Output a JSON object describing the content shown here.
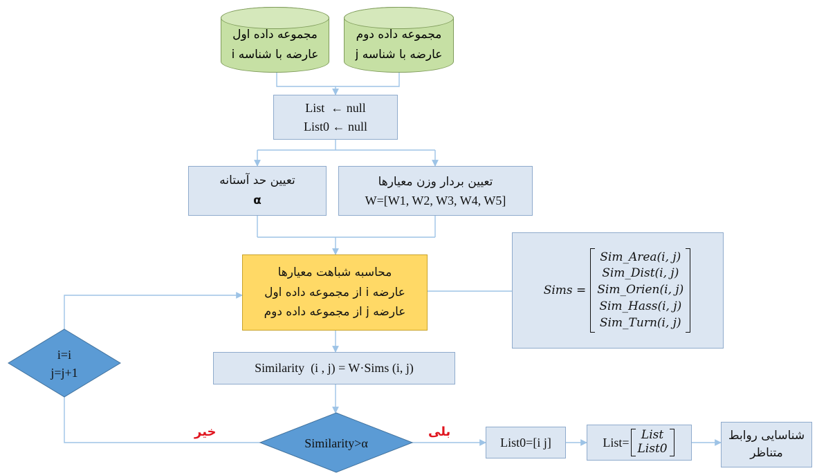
{
  "datasets": {
    "first": {
      "line1": "مجموعه داده اول",
      "line2": "عارضه با شناسه i"
    },
    "second": {
      "line1": "مجموعه داده دوم",
      "line2": "عارضه با شناسه j"
    }
  },
  "init": {
    "line1": "List  ← null",
    "line2": "List0 ← null"
  },
  "threshold": {
    "line1": "تعیین حد آستانه",
    "line2": "α"
  },
  "weights": {
    "line1": "تعیین بردار وزن معیارها",
    "line2": "W=[W1, W2, W3, W4, W5]"
  },
  "compute": {
    "line1": "محاسبه شباهت معیارها",
    "line2": "عارضه i از مجموعه داده اول",
    "line3": "عارضه j از مجموعه داده دوم"
  },
  "sims": {
    "lhs": "Sims =",
    "rows": [
      "Sim_Area(i, j)",
      "Sim_Dist(i, j)",
      "Sim_Orien(i, j)",
      "Sim_Hass(i, j)",
      "Sim_Turn(i, j)"
    ]
  },
  "similarity": {
    "text": "Similarity  (i , j) = W·Sims (i, j)"
  },
  "decision": {
    "text": "Similarity>α",
    "no_label": "خیر",
    "yes_label": "بلی"
  },
  "loop": {
    "line1": "i=i",
    "line2": "j=j+1"
  },
  "list0": {
    "text": "List0=[i j]"
  },
  "list_update": {
    "lhs": "List=",
    "rows": [
      "List",
      "List0"
    ]
  },
  "final": {
    "line1": "شناسایی روابط",
    "line2": "متناظر"
  },
  "colors": {
    "box_fill": "#dce6f2",
    "cylinder_fill": "#c6e0a4",
    "highlight_fill": "#ffd966",
    "diamond_fill": "#5b9bd5",
    "connector": "#9dc3e6",
    "label_red": "#e0141e"
  }
}
